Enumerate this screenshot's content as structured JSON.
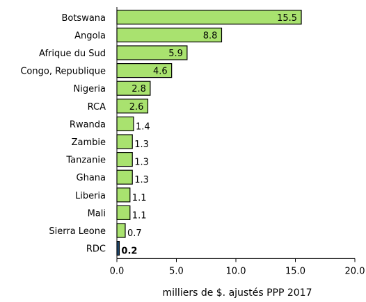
{
  "chart_data": {
    "type": "bar",
    "orientation": "horizontal",
    "categories": [
      "Botswana",
      "Angola",
      "Afrique du Sud",
      "Congo, Republique",
      "Nigeria",
      "RCA",
      "Rwanda",
      "Zambie",
      "Tanzanie",
      "Ghana",
      "Liberia",
      "Mali",
      "Sierra Leone",
      "RDC"
    ],
    "values": [
      15.5,
      8.8,
      5.9,
      4.6,
      2.8,
      2.6,
      1.4,
      1.3,
      1.3,
      1.3,
      1.1,
      1.1,
      0.7,
      0.2
    ],
    "value_labels": [
      "15.5",
      "8.8",
      "5.9",
      "4.6",
      "2.8",
      "2.6",
      "1.4",
      "1.3",
      "1.3",
      "1.3",
      "1.1",
      "1.1",
      "0.7",
      "0.2"
    ],
    "highlight_category": "RDC",
    "xlabel": "milliers de $. ajustés PPP 2017",
    "xlim": [
      0,
      20
    ],
    "xticks": [
      "0.0",
      "5.0",
      "10.0",
      "15.0",
      "20.0"
    ],
    "grid": false,
    "colors": {
      "bar": "#a9e26f",
      "highlight": "#1f4e79",
      "outline": "#000000"
    }
  }
}
